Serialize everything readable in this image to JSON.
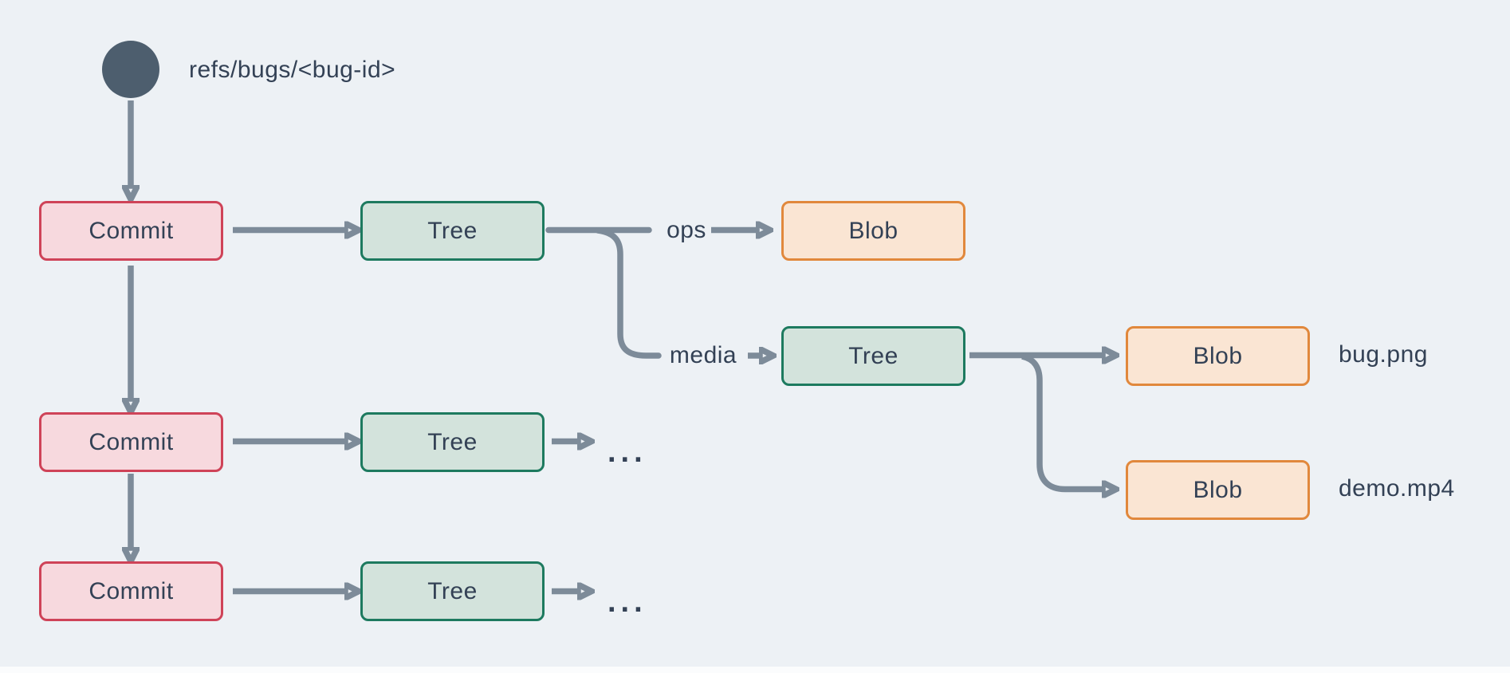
{
  "diagram": {
    "ref_label": "refs/bugs/<bug-id>",
    "nodes": {
      "commit1": {
        "label": "Commit",
        "type": "commit"
      },
      "commit2": {
        "label": "Commit",
        "type": "commit"
      },
      "commit3": {
        "label": "Commit",
        "type": "commit"
      },
      "tree_root": {
        "label": "Tree",
        "type": "tree"
      },
      "tree_row2": {
        "label": "Tree",
        "type": "tree"
      },
      "tree_row3": {
        "label": "Tree",
        "type": "tree"
      },
      "tree_media": {
        "label": "Tree",
        "type": "tree"
      },
      "blob_ops": {
        "label": "Blob",
        "type": "blob"
      },
      "blob_bug": {
        "label": "Blob",
        "type": "blob"
      },
      "blob_demo": {
        "label": "Blob",
        "type": "blob"
      }
    },
    "edge_labels": {
      "ops": "ops",
      "media": "media"
    },
    "file_labels": {
      "bug_png": "bug.png",
      "demo_mp4": "demo.mp4"
    },
    "ellipsis_row2": "...",
    "ellipsis_row3": "...",
    "colors": {
      "background": "#edf1f5",
      "connector": "#7d8b99",
      "ref_circle": "#4d5e6e",
      "text": "#334155",
      "commit_fill": "#f7d9de",
      "commit_border": "#cf4358",
      "tree_fill": "#d3e3dc",
      "tree_border": "#1d7a5f",
      "blob_fill": "#fae5d3",
      "blob_border": "#e1883c"
    }
  }
}
